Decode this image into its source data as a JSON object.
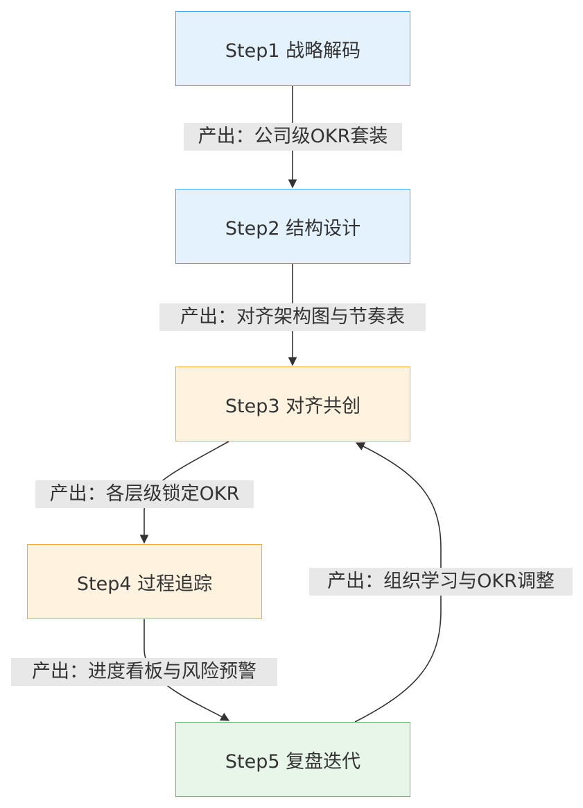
{
  "nodes": {
    "step1": {
      "label": "Step1 战略解码"
    },
    "step2": {
      "label": "Step2 结构设计"
    },
    "step3": {
      "label": "Step3 对齐共创"
    },
    "step4": {
      "label": "Step4 过程追踪"
    },
    "step5": {
      "label": "Step5 复盘迭代"
    }
  },
  "edges": {
    "e1": {
      "label": "产出：公司级OKR套装"
    },
    "e2": {
      "label": "产出：对齐架构图与节奏表"
    },
    "e3": {
      "label": "产出：各层级锁定OKR"
    },
    "e4": {
      "label": "产出：进度看板与风险预警"
    },
    "e5": {
      "label": "产出：组织学习与OKR调整"
    }
  },
  "colors": {
    "edge": "#333333",
    "blue_fill": "#e3f2fd",
    "blue_stroke": "#42a5f5",
    "orange_fill": "#fff3e0",
    "orange_stroke": "#ffa726",
    "green_fill": "#e8f5e9",
    "green_stroke": "#66bb6a",
    "label_bg": "#e8e8e8"
  }
}
